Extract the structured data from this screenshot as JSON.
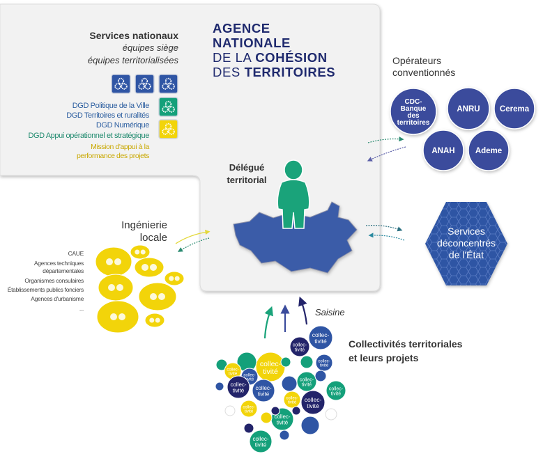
{
  "services_nationaux": {
    "title": "Services nationaux",
    "line1": "équipes siège",
    "line2": "équipes territorialisées",
    "dgd": [
      "DGD Politique de la Ville",
      "DGD Territoires et ruralités",
      "DGD Numérique",
      "DGD Appui opérationnel et stratégique"
    ],
    "mission": [
      "Mission d'appui à la",
      "performance des projets"
    ]
  },
  "agency": {
    "line1": "AGENCE",
    "line2": "NATIONALE",
    "line3_light": "DE LA ",
    "line3_bold": "COHÉSION",
    "line4_light": "DES ",
    "line4_bold": "TERRITOIRES"
  },
  "delegue": [
    "Délégué",
    "territorial"
  ],
  "operateurs": {
    "title": [
      "Opérateurs",
      "conventionnés"
    ],
    "items": [
      [
        "CDC-",
        "Banque",
        "des",
        "territoires"
      ],
      [
        "ANRU"
      ],
      [
        "Cerema"
      ],
      [
        "ANAH"
      ],
      [
        "Ademe"
      ]
    ]
  },
  "services_deconcentres": [
    "Services",
    "déconcentrés",
    "de l'État"
  ],
  "ingenierie": {
    "title": [
      "Ingénierie",
      "locale"
    ],
    "items": [
      "CAUE",
      "Agences techniques",
      "départementales",
      "Organismes consulaires",
      "Établissements publics fonciers",
      "Agences d'urbanisme",
      "..."
    ]
  },
  "saisine": "Saisine",
  "collectivites": {
    "title": [
      "Collectivités territoriales",
      "et leurs projets"
    ],
    "bubble_label": [
      "collec-",
      "tivité"
    ]
  },
  "colors": {
    "panel": "#f2f2f2",
    "navy": "#1f2a6e",
    "blue": "#2f55a4",
    "indigo": "#3b4c9c",
    "green": "#14a07a",
    "yellow": "#f2d40a",
    "dark": "#23246a"
  }
}
